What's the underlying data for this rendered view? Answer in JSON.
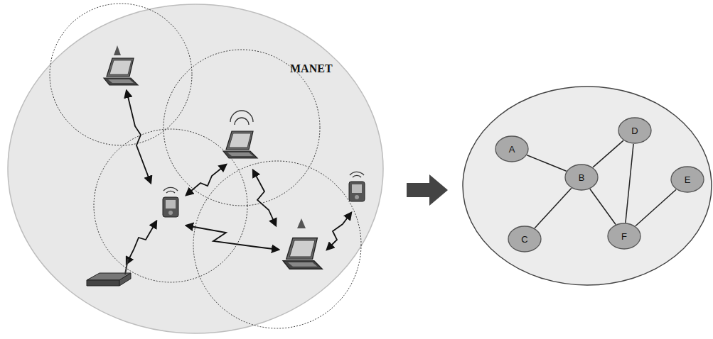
{
  "diagram": {
    "nodes": [
      {
        "text": [
          "A"
        ]
      },
      {
        "text": [
          "B"
        ]
      },
      {
        "text": [
          "D"
        ]
      },
      {
        "text": [
          "E"
        ]
      },
      {
        "text": [
          "C"
        ]
      },
      {
        "text": [
          "F"
        ]
      }
    ],
    "edges": [
      {
        "from": 0,
        "to": 1,
        "arrow": "none"
      },
      {
        "from": 1,
        "to": 2,
        "arrow": "none"
      },
      {
        "from": 1,
        "to": 4,
        "arrow": "none"
      },
      {
        "from": 1,
        "to": 5,
        "arrow": "none"
      },
      {
        "from": 2,
        "to": 5,
        "arrow": "none"
      },
      {
        "from": 3,
        "to": 5,
        "arrow": "none"
      }
    ],
    "labels": [
      "MANET"
    ]
  }
}
